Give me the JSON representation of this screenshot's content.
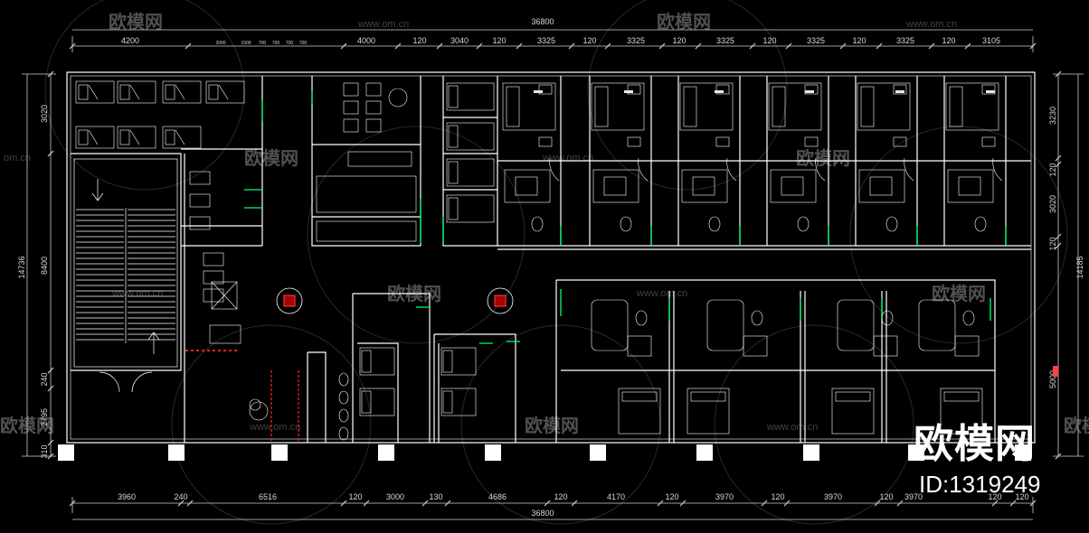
{
  "watermark": {
    "brand": "欧模网",
    "url": "www.om.cn",
    "url_short": "om.cn"
  },
  "badge": {
    "brand": "欧模网",
    "id_text": "ID:1319249"
  },
  "dims": {
    "total_top": "36800",
    "total_bottom": "36800",
    "top": [
      "4200",
      "4000",
      "120",
      "3040",
      "120",
      "3325",
      "120",
      "3325",
      "120",
      "3325",
      "120",
      "3325",
      "120",
      "3325",
      "120",
      "3105"
    ],
    "top_small": [
      "2000",
      "1500",
      "700",
      "700",
      "700",
      "700"
    ],
    "bottom": [
      "3960",
      "240",
      "6516",
      "120",
      "3000",
      "130",
      "4686",
      "120",
      "4170",
      "120",
      "3970",
      "120",
      "3970",
      "120",
      "3970",
      "120",
      "120"
    ],
    "left_total": "14736",
    "left": [
      "3020",
      "8400",
      "240",
      "2795",
      "310"
    ],
    "right_total": "14185",
    "right": [
      "3230",
      "120",
      "3020",
      "120",
      "5000"
    ]
  },
  "colors": {
    "wall": "#ffffff",
    "door": "#00ff66",
    "fixture": "#ffffff",
    "highlight": "#ff2222",
    "accent": "#ff4444"
  }
}
